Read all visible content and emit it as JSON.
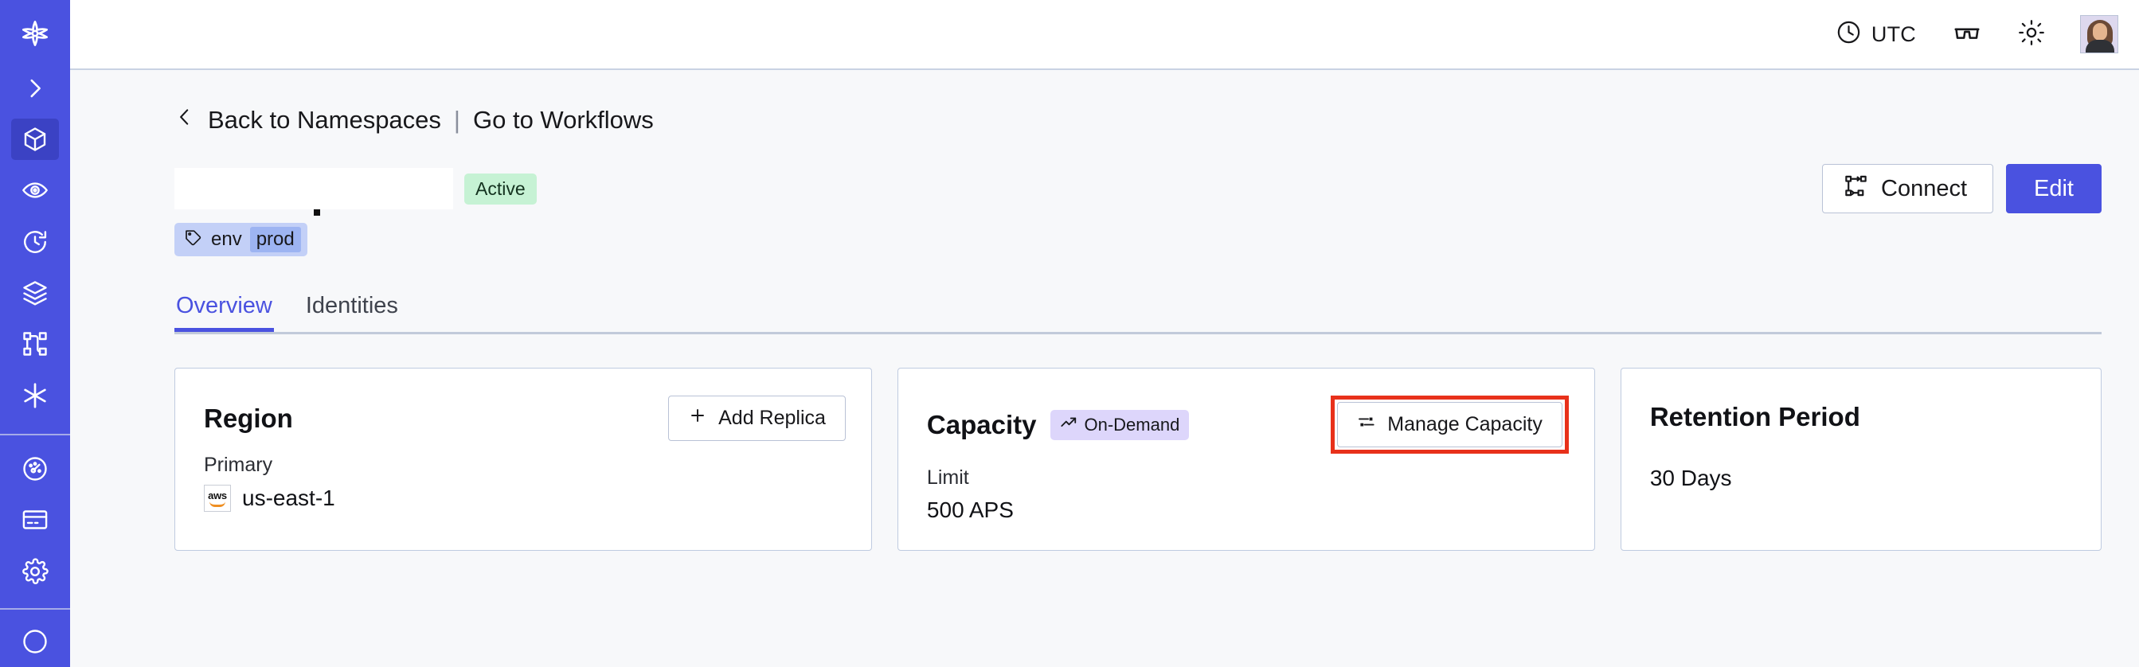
{
  "sidebar": {
    "items": [
      {
        "name": "brand-logo-icon",
        "label": "Logo",
        "active": false,
        "group": "top"
      },
      {
        "name": "chevron-right-icon",
        "label": "Expand",
        "active": false,
        "group": "top"
      },
      {
        "name": "cube-icon",
        "label": "Namespaces",
        "active": true,
        "group": "main"
      },
      {
        "name": "eye-icon",
        "label": "Observability",
        "active": false,
        "group": "main"
      },
      {
        "name": "history-icon",
        "label": "History",
        "active": false,
        "group": "main"
      },
      {
        "name": "layers-icon",
        "label": "Layers",
        "active": false,
        "group": "main"
      },
      {
        "name": "workflow-icon",
        "label": "Workflows",
        "active": false,
        "group": "main"
      },
      {
        "name": "asterisk-icon",
        "label": "Nexus",
        "active": false,
        "group": "main"
      },
      {
        "name": "gauge-icon",
        "label": "Usage",
        "active": false,
        "group": "lower"
      },
      {
        "name": "billing-icon",
        "label": "Billing",
        "active": false,
        "group": "lower"
      },
      {
        "name": "gear-icon",
        "label": "Settings",
        "active": false,
        "group": "lower"
      }
    ]
  },
  "topbar": {
    "timezone_label": "UTC",
    "timezone_icon": "clock-icon",
    "docs_icon": "glasses-icon",
    "theme_icon": "sun-icon",
    "avatar_icon": "user-avatar"
  },
  "breadcrumb": {
    "back_icon": "chevron-left-icon",
    "back_label": "Back to Namespaces",
    "separator": "|",
    "forward_label": "Go to Workflows"
  },
  "header": {
    "namespace_title": "",
    "status_badge": "Active",
    "tags": [
      {
        "icon": "tag-icon",
        "key": "env",
        "value": "prod"
      }
    ],
    "actions": {
      "connect_icon": "connect-icon",
      "connect_label": "Connect",
      "edit_label": "Edit"
    }
  },
  "tabs": [
    {
      "label": "Overview",
      "active": true
    },
    {
      "label": "Identities",
      "active": false
    }
  ],
  "cards": {
    "region": {
      "title": "Region",
      "action_icon": "plus-icon",
      "action_label": "Add Replica",
      "sub_label": "Primary",
      "provider_icon": "aws-logo",
      "value": "us-east-1"
    },
    "capacity": {
      "title": "Capacity",
      "badge_icon": "trending-up-icon",
      "badge_label": "On-Demand",
      "action_icon": "sliders-icon",
      "action_label": "Manage Capacity",
      "highlighted": true,
      "sub_label": "Limit",
      "value": "500 APS"
    },
    "retention": {
      "title": "Retention Period",
      "value": "30 Days"
    }
  },
  "colors": {
    "sidebar_bg": "#4a52e0",
    "sidebar_active": "#3b42c4",
    "accent": "#4a52e0",
    "page_bg": "#f7f8fa",
    "card_border": "#bfcbe0",
    "status_active_bg": "#c6f2d4",
    "tag_bg": "#c3d0f7",
    "tag_value_bg": "#9db4f2",
    "ondemand_bg": "#ddd6fb",
    "highlight_outline": "#e8311b"
  }
}
